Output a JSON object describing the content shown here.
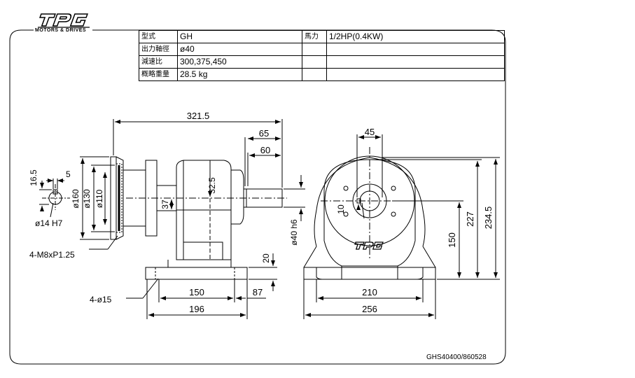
{
  "brand": {
    "logo_text": "TPG",
    "subtitle": "MOTORS & DRIVES"
  },
  "spec_table": {
    "rows": [
      {
        "label": "型式",
        "value": "GH",
        "label2": "馬力",
        "value2": "1/2HP(0.4KW)"
      },
      {
        "label": "出力軸徑",
        "value": "ø40",
        "label2": "",
        "value2": ""
      },
      {
        "label": "減速比",
        "value": "300,375,450",
        "label2": "",
        "value2": ""
      },
      {
        "label": "概略重量",
        "value": "28.5 kg",
        "label2": "",
        "value2": ""
      }
    ]
  },
  "dimensions": {
    "overall_length": "321.5",
    "shaft_65": "65",
    "shaft_60": "60",
    "keyway_16_5": "16.5",
    "keyway_5": "5",
    "flange_160": "ø160",
    "flange_130": "ø130",
    "flange_110": "ø110",
    "shaft_offset_32_5": "32.5",
    "height_37": "37",
    "shaft_diameter": "ø40 h6",
    "base_20": "20",
    "base_150": "150",
    "base_87": "87",
    "base_196": "196",
    "bore_callout": "ø14 H7",
    "tap_callout": "4-M8xP1.25",
    "hole_callout": "4-ø15",
    "key_45": "45",
    "key_10": "10",
    "height_227": "227",
    "height_234_5": "234.5",
    "center_height_150": "150",
    "foot_210": "210",
    "foot_256": "256"
  },
  "drawing_number": "GHS40400/860528"
}
